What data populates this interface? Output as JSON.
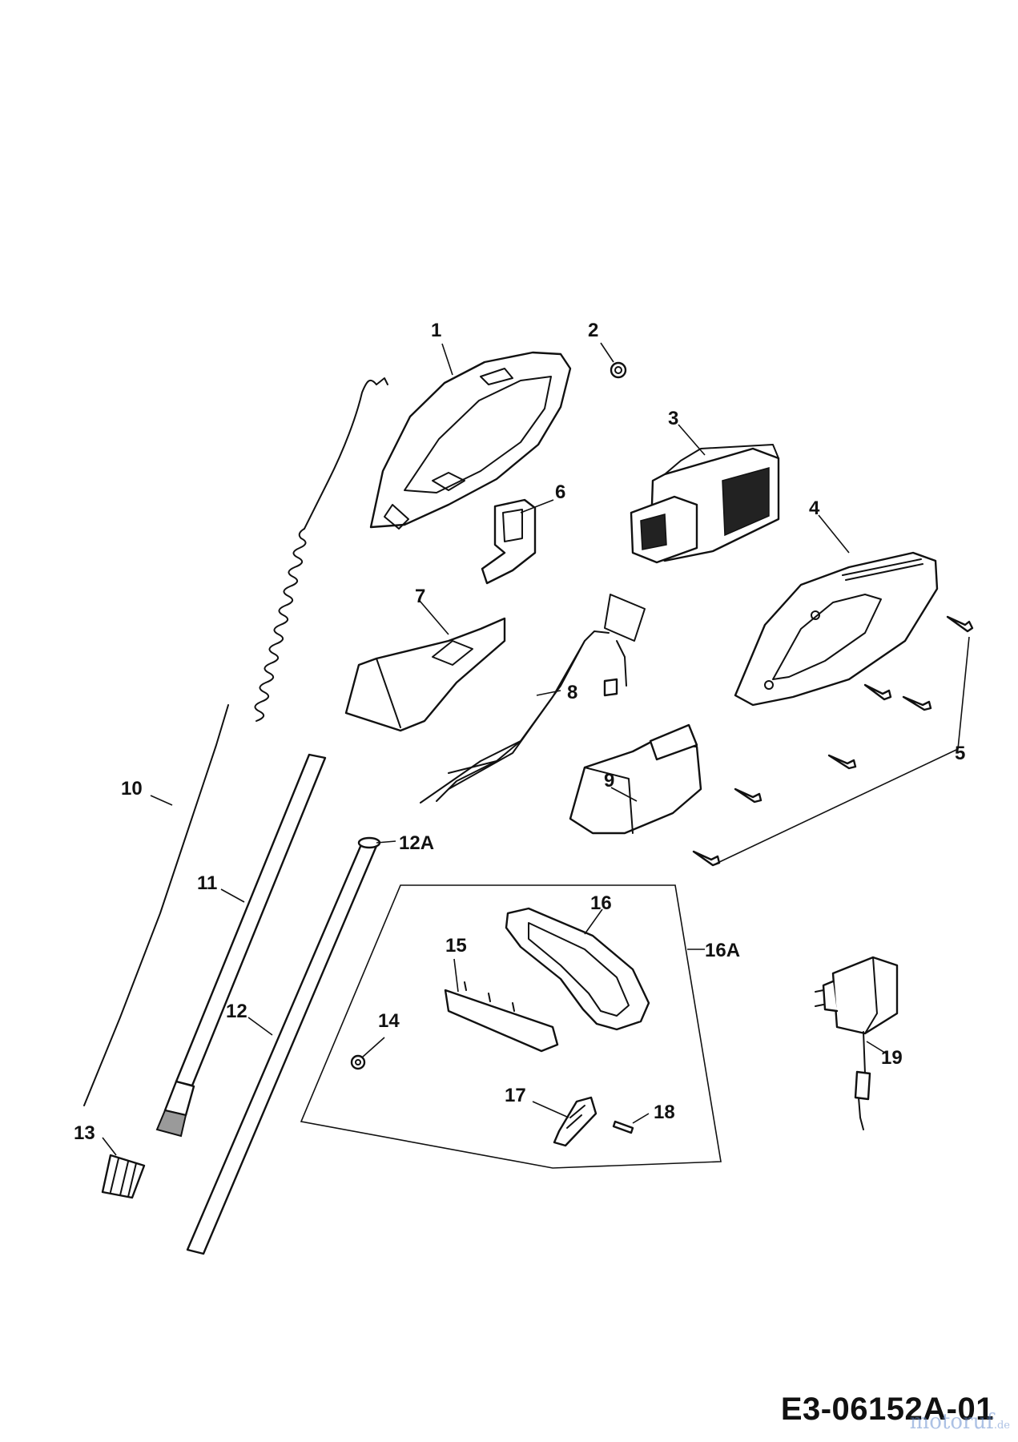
{
  "callouts": {
    "p1": "1",
    "p2": "2",
    "p3": "3",
    "p4": "4",
    "p5": "5",
    "p6": "6",
    "p7": "7",
    "p8": "8",
    "p9": "9",
    "p10": "10",
    "p11": "11",
    "p12": "12",
    "p12a": "12A",
    "p13": "13",
    "p14": "14",
    "p15": "15",
    "p16": "16",
    "p16a": "16A",
    "p17": "17",
    "p18": "18",
    "p19": "19"
  },
  "drawing_code": "E3-06152A-01",
  "watermark": {
    "name": "motoruf",
    "suffix": ".de"
  }
}
